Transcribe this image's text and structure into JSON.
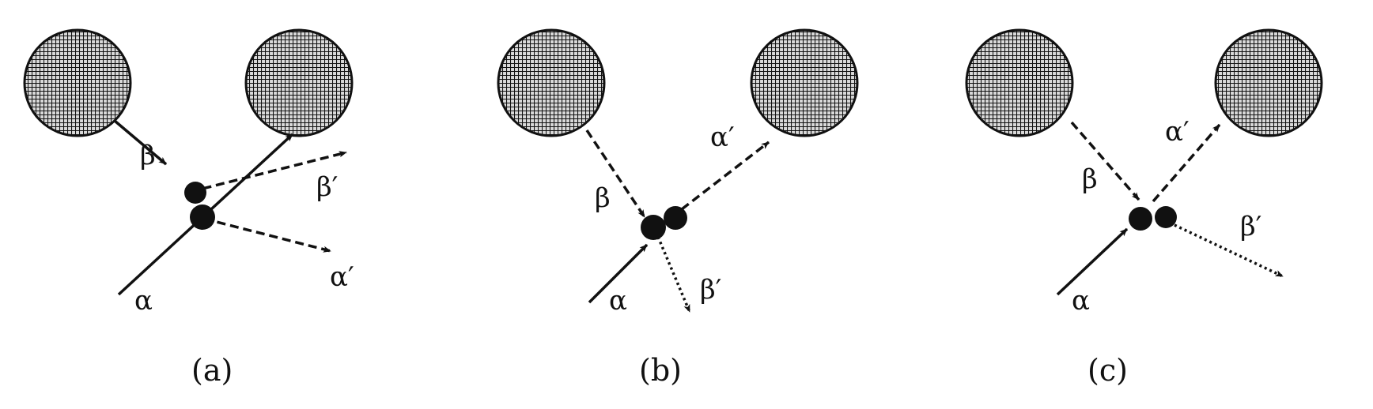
{
  "panels": [
    {
      "caption": "(a)",
      "labels": {
        "alpha": "α",
        "beta": "β",
        "alpha_prime": "α′",
        "beta_prime": "β′"
      }
    },
    {
      "caption": "(b)",
      "labels": {
        "alpha": "α",
        "beta": "β",
        "alpha_prime": "α′",
        "beta_prime": "β′"
      }
    },
    {
      "caption": "(c)",
      "labels": {
        "alpha": "α",
        "beta": "β",
        "alpha_prime": "α′",
        "beta_prime": "β′"
      }
    }
  ],
  "colors": {
    "ink": "#111111",
    "hatch_bg": "#d9d9d9",
    "background": "#ffffff"
  }
}
